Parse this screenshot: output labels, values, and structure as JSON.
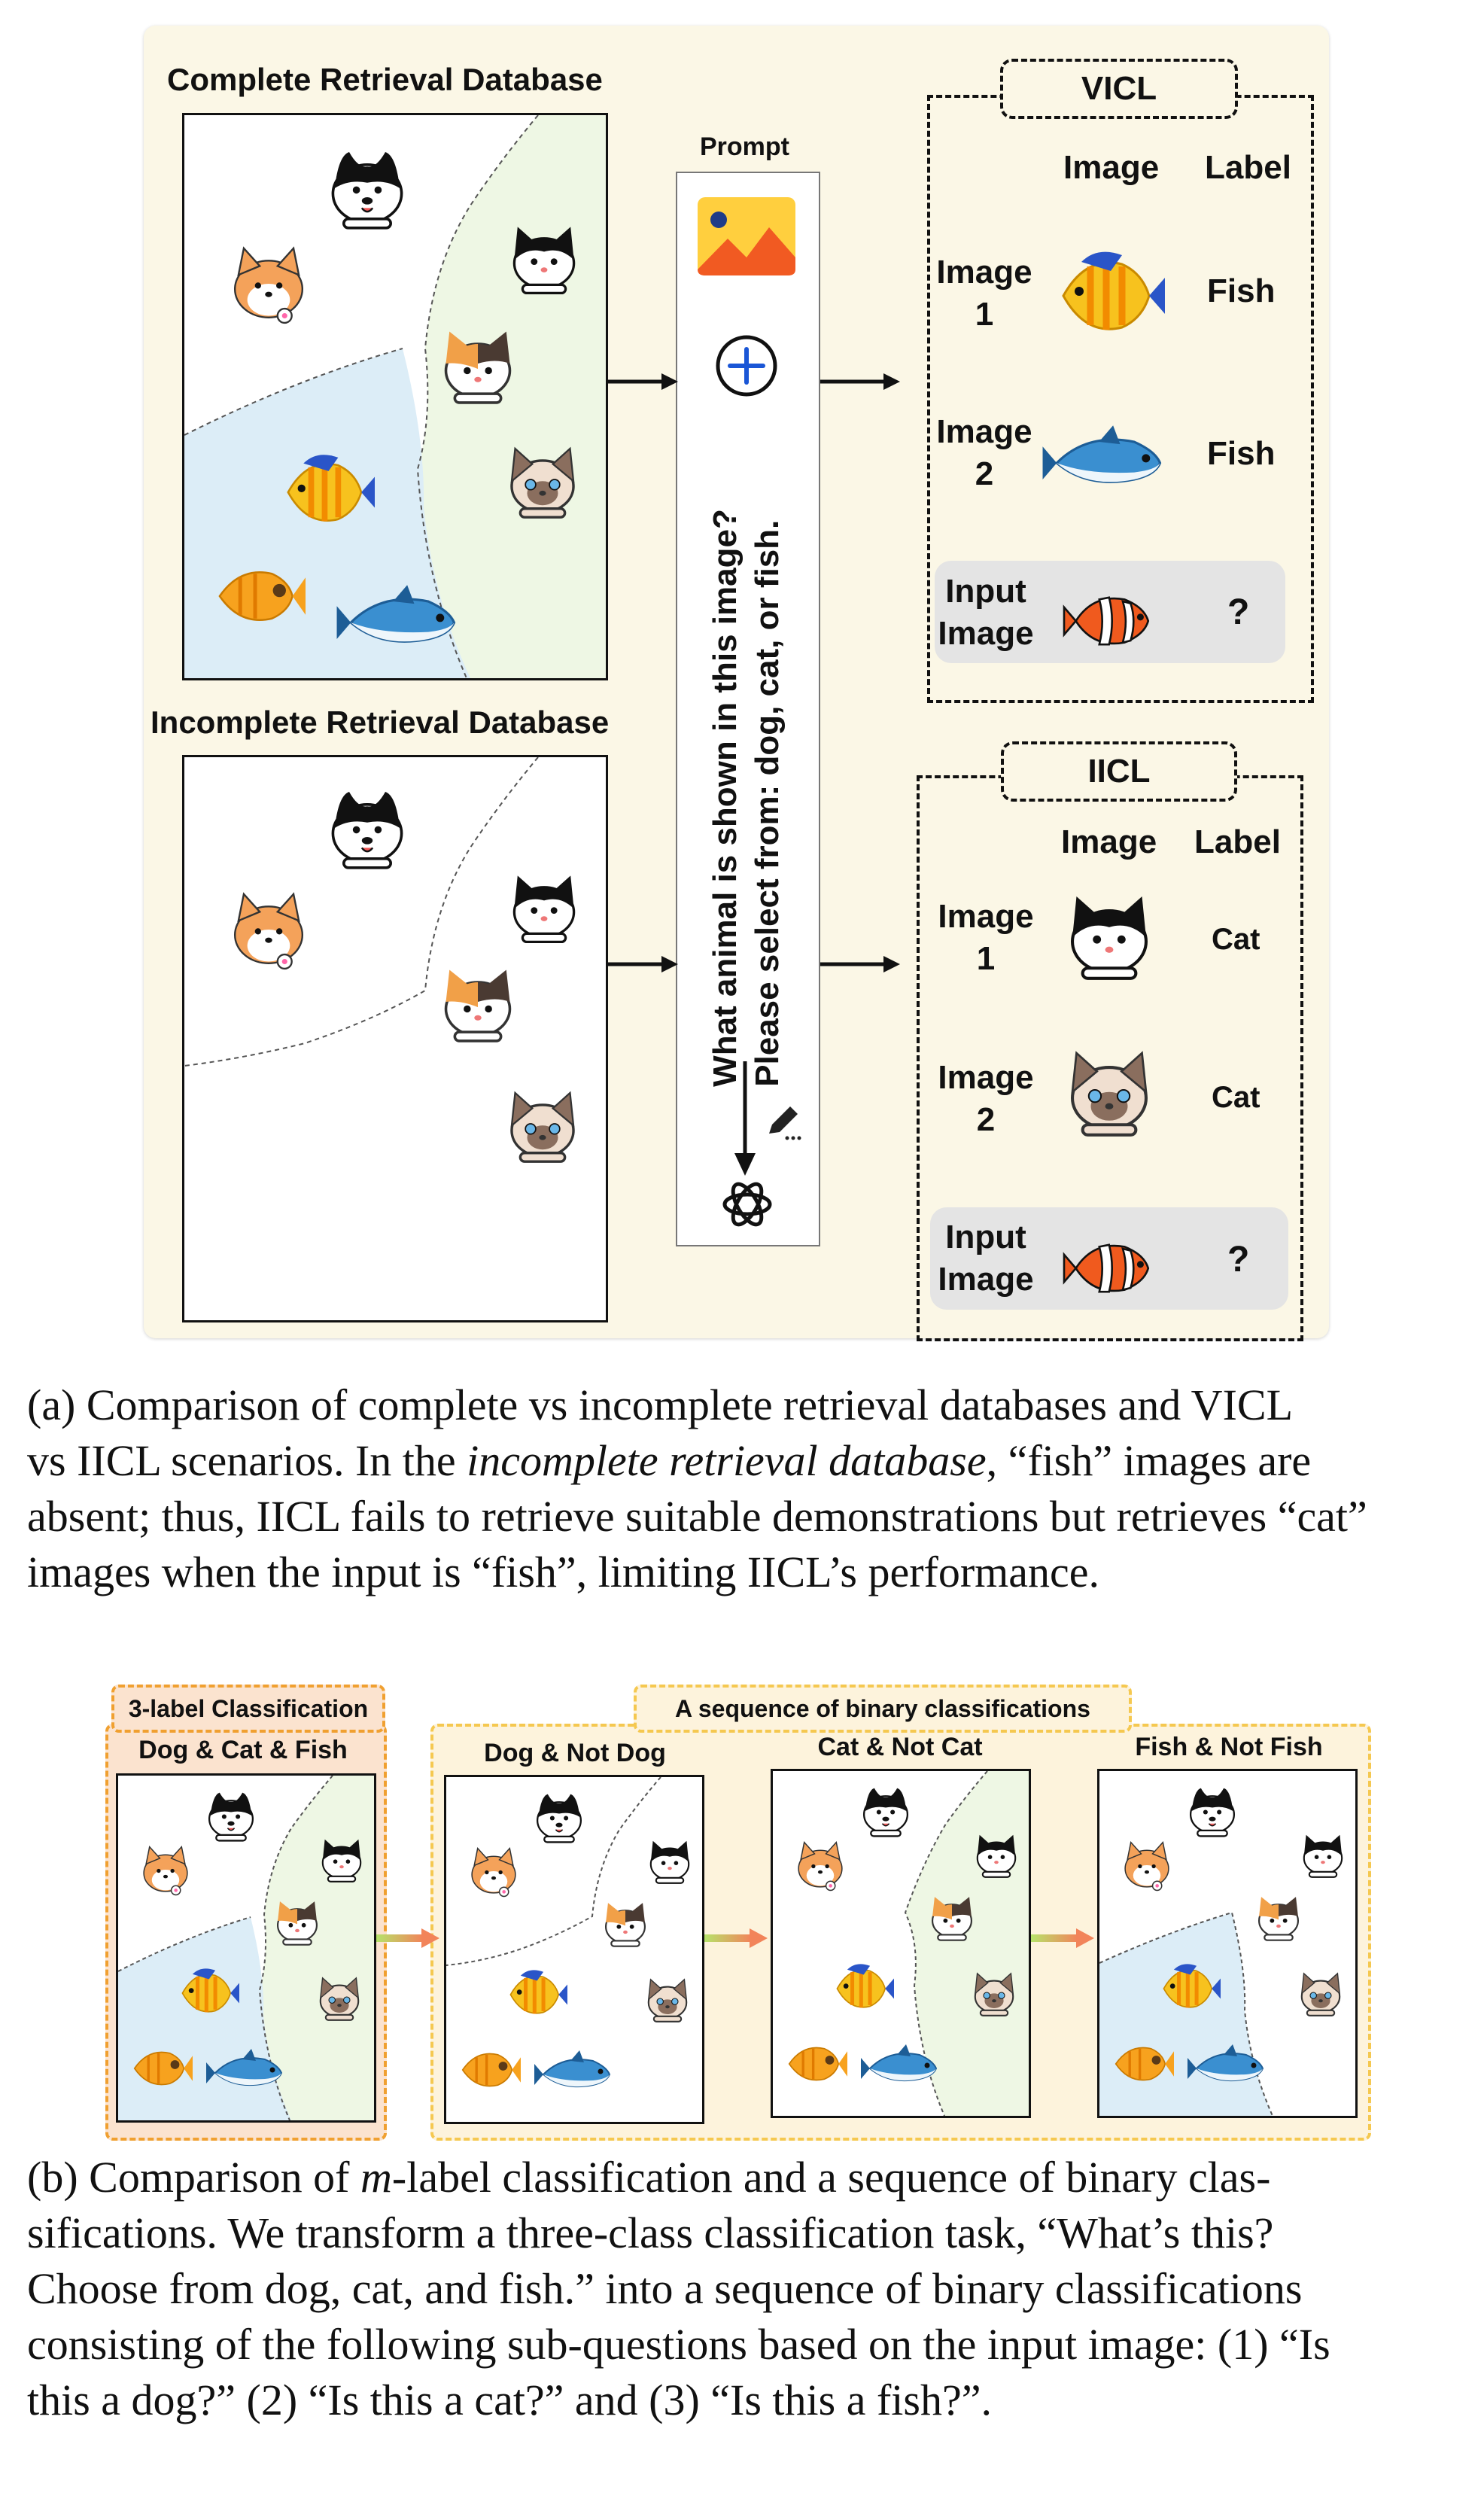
{
  "part_a": {
    "complete_db_title": "Complete Retrieval Database",
    "incomplete_db_title": "Incomplete Retrieval Database",
    "prompt_title": "Prompt",
    "prompt_text_line1": "What animal is shown in this image?",
    "prompt_text_line2": "Please select from: dog, cat, or fish.",
    "vicl": {
      "title": "VICL",
      "col_image": "Image",
      "col_label": "Label",
      "rows": [
        {
          "name_l1": "Image",
          "name_l2": "1",
          "label": "Fish"
        },
        {
          "name_l1": "Image",
          "name_l2": "2",
          "label": "Fish"
        }
      ],
      "input_l1": "Input",
      "input_l2": "Image",
      "input_label": "?"
    },
    "iicl": {
      "title": "IICL",
      "col_image": "Image",
      "col_label": "Label",
      "rows": [
        {
          "name_l1": "Image",
          "name_l2": "1",
          "label": "Cat"
        },
        {
          "name_l1": "Image",
          "name_l2": "2",
          "label": "Cat"
        }
      ],
      "input_l1": "Input",
      "input_l2": "Image",
      "input_label": "?"
    },
    "caption_l1": "(a) Comparison of complete vs incomplete retrieval databases and VICL",
    "caption_l2_pre": "vs IICL scenarios. In the ",
    "caption_l2_em": "incomplete retrieval database",
    "caption_l2_post": ", “fish” images are",
    "caption_l3": "absent; thus, IICL fails to retrieve suitable demonstrations but retrieves “cat”",
    "caption_l4": "images when the input is “fish”, limiting IICL’s performance."
  },
  "part_b": {
    "three_label_title": "3-label Classification",
    "sequence_title": "A sequence of binary classifications",
    "panels": [
      "Dog & Cat & Fish",
      "Dog & Not Dog",
      "Cat & Not Cat",
      "Fish & Not Fish"
    ],
    "caption_l1_pre": "(b) Comparison of ",
    "caption_l1_m": "m",
    "caption_l1_post": "-label classification and a sequence of binary clas-",
    "caption_l2": "sifications.  We transform a three-class classification task, “What’s this?",
    "caption_l3": "Choose from dog, cat, and fish.” into a sequence of binary classifications",
    "caption_l4": "consisting of the following sub-questions based on the input image: (1) “Is",
    "caption_l5": "this a dog?” (2) “Is this a cat?” and (3) “Is this a fish?”."
  },
  "colors": {
    "panel_bg": "#fbf7e6",
    "green_region": "#eef7e4",
    "blue_region": "#dcedf7",
    "input_row_bg": "#e4e4e4",
    "orange_dashed": "#f0a030",
    "yellow_dashed": "#f5c850",
    "orange_fill": "#fbe3cf",
    "yellow_fill": "#fdf3dc"
  }
}
